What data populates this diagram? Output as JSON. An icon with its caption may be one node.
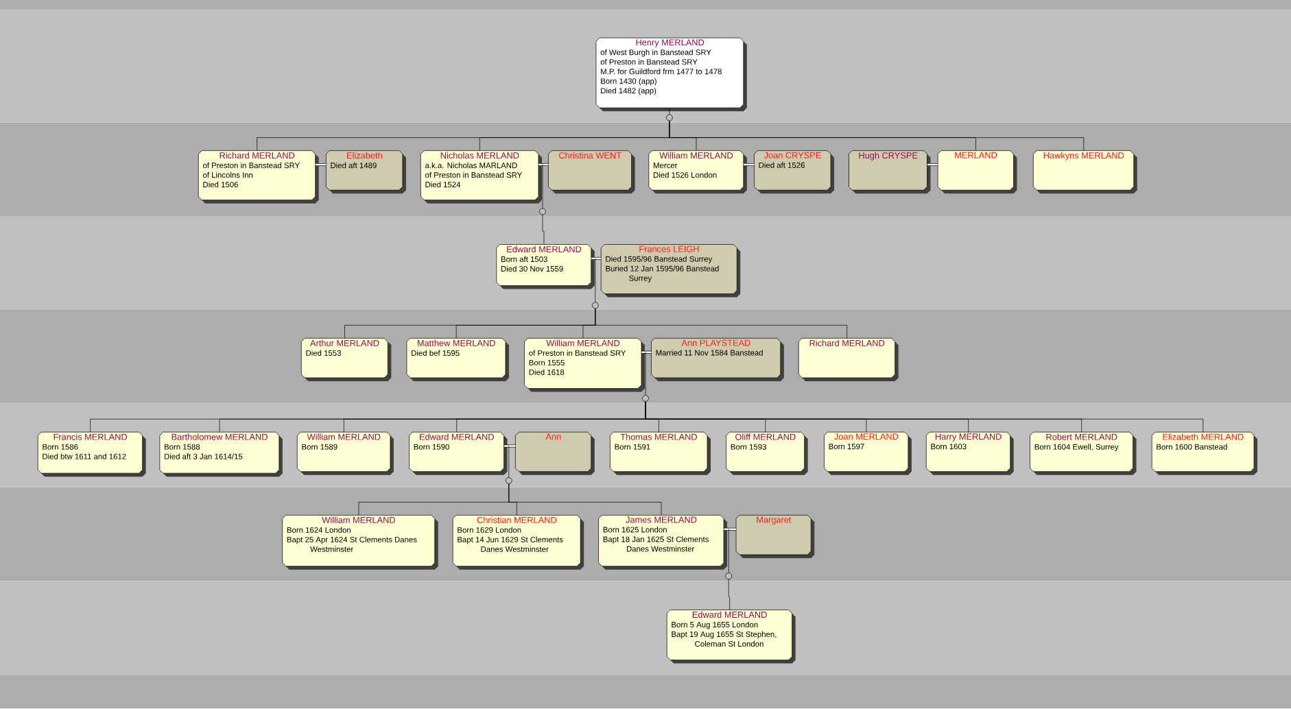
{
  "diagram": {
    "nodes": [
      {
        "text": [
          "Henry MERLAND",
          "of West Burgh in Banstead SRY",
          "of Preston in Banstead SRY",
          "M.P. for Guildford frm 1477 to 1478",
          "Born 1430 (app)",
          "Died 1482 (app)"
        ]
      },
      {
        "text": [],
        "shape": "circle"
      },
      {
        "text": [
          "Richard MERLAND",
          "of Preston in Banstead SRY",
          "of Lincolns Inn",
          "Died 1506"
        ]
      },
      {
        "text": [
          "Elizabeth",
          "Died aft 1489"
        ]
      },
      {
        "text": [
          "Nicholas MERLAND",
          "a.k.a. Nicholas MARLAND",
          "of Preston in Banstead SRY",
          "Died 1524"
        ]
      },
      {
        "text": [
          "Christina WENT"
        ]
      },
      {
        "text": [
          "William MERLAND",
          "Mercer",
          "Died 1526 London"
        ]
      },
      {
        "text": [
          "Joan CRYSPE",
          "Died aft 1526"
        ]
      },
      {
        "text": [
          "Hugh CRYSPE"
        ]
      },
      {
        "text": [
          "MERLAND"
        ]
      },
      {
        "text": [
          "Hawkyns MERLAND"
        ]
      },
      {
        "text": [],
        "shape": "circle"
      },
      {
        "text": [
          "Edward MERLAND",
          "Born aft 1503",
          "Died 30 Nov 1559"
        ]
      },
      {
        "text": [
          "Frances LEIGH",
          "Died 1595/96 Banstead Surrey",
          "Buried 12 Jan 1595/96 Banstead Surrey"
        ]
      },
      {
        "text": [],
        "shape": "circle"
      },
      {
        "text": [
          "Arthur MERLAND",
          "Died 1553"
        ]
      },
      {
        "text": [
          "Matthew MERLAND",
          "Died bef 1595"
        ]
      },
      {
        "text": [
          "William MERLAND",
          "of Preston in Banstead SRY",
          "Born 1555",
          "Died 1618"
        ]
      },
      {
        "text": [
          "Ann PLAYSTEAD",
          "Married 11 Nov 1584 Banstead"
        ]
      },
      {
        "text": [
          "Richard MERLAND"
        ]
      },
      {
        "text": [],
        "shape": "circle"
      },
      {
        "text": [
          "Francis MERLAND",
          "Born 1586",
          "Died btw 1611 and 1612"
        ]
      },
      {
        "text": [
          "Bartholomew MERLAND",
          "Born 1588",
          "Died aft 3 Jan 1614/15"
        ]
      },
      {
        "text": [
          "William MERLAND",
          "Born 1589"
        ]
      },
      {
        "text": [
          "Edward MERLAND",
          "Born 1590"
        ]
      },
      {
        "text": [
          "Ann"
        ]
      },
      {
        "text": [
          "Thomas MERLAND",
          "Born 1591"
        ]
      },
      {
        "text": [
          "Oliff MERLAND",
          "Born 1593"
        ]
      },
      {
        "text": [
          "Joan MERLAND",
          "Born 1597"
        ]
      },
      {
        "text": [
          "Harry MERLAND",
          "Born 1603"
        ]
      },
      {
        "text": [
          "Robert MERLAND",
          "Born 1604 Ewell, Surrey"
        ]
      },
      {
        "text": [
          "Elizabeth MERLAND",
          "Born 1600 Banstead"
        ]
      },
      {
        "text": [],
        "shape": "circle"
      },
      {
        "text": [
          "William MERLAND",
          "Born 1624 London",
          "Bapt 25 Apr 1624 St Clements Danes Westminster"
        ]
      },
      {
        "text": [
          "Christian MERLAND",
          "Born 1629 London",
          "Bapt 14 Jun 1629 St Clements Danes Westminster"
        ]
      },
      {
        "text": [
          "James MERLAND",
          "Born 1625 London",
          "Bapt 18 Jan 1625 St Clements Danes Westminster"
        ]
      },
      {
        "text": [
          "Margaret"
        ]
      },
      {
        "text": [],
        "shape": "circle"
      },
      {
        "text": [
          "Edward MERLAND",
          "Born 5 Aug 1655 London",
          "Bapt 19 Aug 1655 St Stephen, Coleman St London"
        ]
      }
    ],
    "edges": [
      {
        "from": 2,
        "to": 3,
        "arrow": "none",
        "style": "thick"
      },
      {
        "from": 4,
        "to": 5,
        "arrow": "none",
        "style": "thick"
      },
      {
        "from": 6,
        "to": 7,
        "arrow": "none",
        "style": "thick"
      },
      {
        "from": 8,
        "to": 9,
        "arrow": "none",
        "style": "thick"
      },
      {
        "from": 12,
        "to": 13,
        "arrow": "none",
        "style": "thick"
      },
      {
        "from": 17,
        "to": 18,
        "arrow": "none",
        "style": "thick"
      },
      {
        "from": 24,
        "to": 25,
        "arrow": "none",
        "style": "thick"
      },
      {
        "from": 35,
        "to": 36,
        "arrow": "none",
        "style": "thick"
      },
      {
        "from": 0,
        "to": 1,
        "arrow": "none"
      },
      {
        "from": 1,
        "to": 2,
        "arrow": "none"
      },
      {
        "from": 1,
        "to": 4,
        "arrow": "none"
      },
      {
        "from": 1,
        "to": 6,
        "arrow": "none"
      },
      {
        "from": 1,
        "to": 9,
        "arrow": "none"
      },
      {
        "from": 1,
        "to": 10,
        "arrow": "none"
      },
      {
        "from": 4,
        "to": 11,
        "arrow": "none"
      },
      {
        "from": 11,
        "to": 12,
        "arrow": "none"
      },
      {
        "from": 12,
        "to": 14,
        "arrow": "none"
      },
      {
        "from": 14,
        "to": 15,
        "arrow": "none"
      },
      {
        "from": 14,
        "to": 16,
        "arrow": "none"
      },
      {
        "from": 14,
        "to": 17,
        "arrow": "none"
      },
      {
        "from": 14,
        "to": 19,
        "arrow": "none"
      },
      {
        "from": 17,
        "to": 20,
        "arrow": "none"
      },
      {
        "from": 20,
        "to": 21,
        "arrow": "none"
      },
      {
        "from": 20,
        "to": 22,
        "arrow": "none"
      },
      {
        "from": 20,
        "to": 23,
        "arrow": "none"
      },
      {
        "from": 20,
        "to": 24,
        "arrow": "none"
      },
      {
        "from": 20,
        "to": 26,
        "arrow": "none"
      },
      {
        "from": 20,
        "to": 27,
        "arrow": "none"
      },
      {
        "from": 20,
        "to": 28,
        "arrow": "none"
      },
      {
        "from": 20,
        "to": 29,
        "arrow": "none"
      },
      {
        "from": 20,
        "to": 30,
        "arrow": "none"
      },
      {
        "from": 20,
        "to": 31,
        "arrow": "none"
      },
      {
        "from": 24,
        "to": 32,
        "arrow": "none"
      },
      {
        "from": 32,
        "to": 33,
        "arrow": "none"
      },
      {
        "from": 32,
        "to": 34,
        "arrow": "none"
      },
      {
        "from": 32,
        "to": 35,
        "arrow": "none"
      },
      {
        "from": 35,
        "to": 37,
        "arrow": "none"
      },
      {
        "from": 37,
        "to": 38,
        "arrow": "none"
      }
    ]
  }
}
